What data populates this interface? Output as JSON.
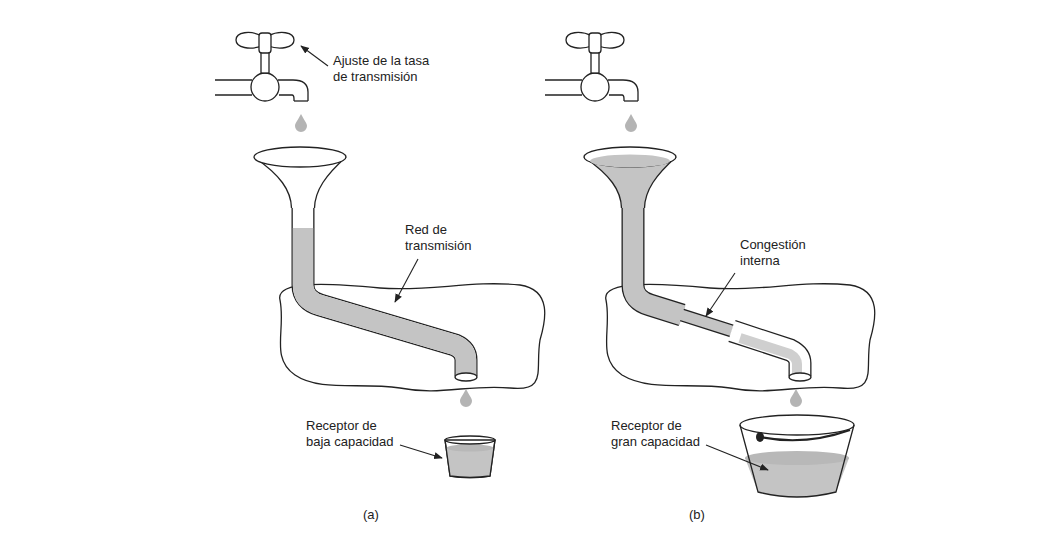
{
  "diagram": {
    "labels": [
      "Ajuste de la tasa de transmisión",
      "Red de transmisión",
      "Congestión interna",
      "Receptor de baja capacidad",
      "Receptor de gran capacidad",
      "(a)",
      "(b)"
    ]
  }
}
